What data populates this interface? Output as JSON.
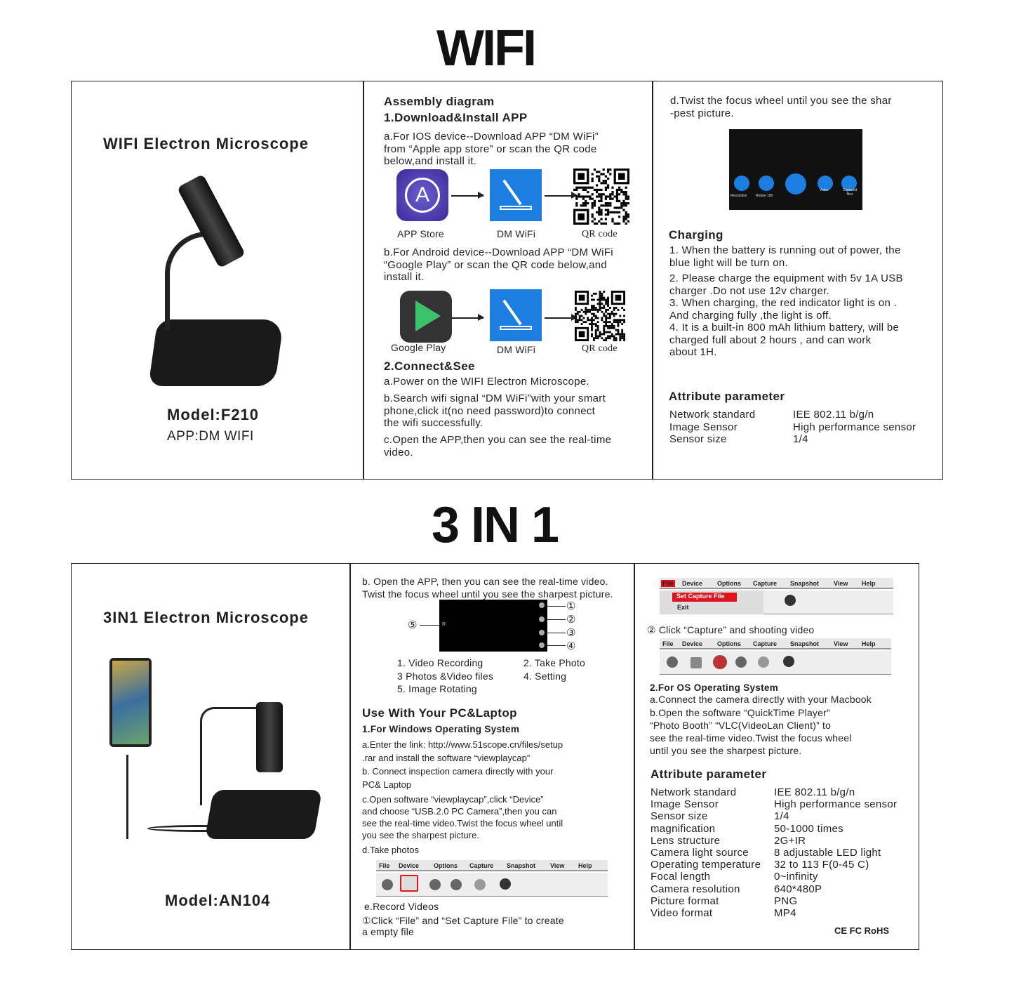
{
  "wifi": {
    "title": "WIFI",
    "product_title": "WIFI Electron Microscope",
    "model": "Model:F210",
    "app": "APP:DM WIFI",
    "assembly_heading": "Assembly diagram",
    "download_heading": "1.Download&Install APP",
    "ios_text": "a.For IOS device--Download APP “DM WiFi”\n   from “Apple app store” or scan the QR code\n   below,and install it.",
    "app_store": "APP Store",
    "dm_wifi": "DM WiFi",
    "qr_code": "QR code",
    "android_text": "b.For Android device--Download APP “DM WiFi\n   “Google Play” or scan the QR code below,and\n   install it.",
    "google_play": "Google Play",
    "connect_heading": "2.Connect&See",
    "connect_a": "a.Power on the WIFI Electron Microscope.",
    "connect_b": "b.Search wifi signal “DM WiFi”with your smart\n    phone,click it(no need password)to connect\n    the wifi successfully.",
    "connect_c": "c.Open the APP,then you can see the real-time\nvideo.",
    "focus_text": "d.Twist the focus wheel until you see the shar\n  -pest picture.",
    "app_buttons": [
      "Resolution",
      "Rotate 180",
      "Video",
      "Captured files"
    ],
    "charging_heading": "Charging",
    "charging_items": [
      "1. When the battery is running out of power, the\n    blue light will be turn on.",
      "2. Please charge the equipment with 5v 1A USB\n    charger .Do not use 12v charger.",
      "3. When charging, the red indicator light is on .\n    And charging fully ,the light is off.",
      "4. It is a built-in 800 mAh lithium battery, will be\n    charged full about 2 hours , and can work\n    about 1H."
    ],
    "attr_heading": "Attribute parameter",
    "attrs": [
      [
        "Network standard",
        "IEE 802.11 b/g/n"
      ],
      [
        "Image Sensor",
        "High performance sensor"
      ],
      [
        "Sensor size",
        "1/4"
      ]
    ]
  },
  "three": {
    "title": "3 IN 1",
    "product_title": "3IN1 Electron Microscope",
    "model": "Model:AN104",
    "app_intro": "b. Open the APP, then you can see the real-time video.\nTwist the focus wheel until you see the sharpest picture.",
    "callouts": [
      "①",
      "②",
      "③",
      "④",
      "⑤"
    ],
    "legend_left": "1. Video Recording\n3 Photos &Video files\n5. Image Rotating",
    "legend_right": "2. Take Photo\n4. Setting",
    "pc_heading": "Use With Your PC&Laptop",
    "win_heading": "1.For Windows Operating System",
    "win_a": "a.Enter the link: http://www.51scope.cn/files/setup\n   .rar and install the software “viewplaycap”",
    "win_b": "b. Connect inspection camera directly with your\n    PC& Laptop",
    "win_c": "c.Open software “viewplaycap”,click “Device”\n   and choose “USB.2.0 PC Camera”,then you can\n   see the real-time video.Twist the focus wheel until\n   you see the sharpest picture.",
    "win_d": "d.Take photos",
    "win_e": "e.Record Videos",
    "win_e1": "①Click “File” and “Set Capture File” to create\n    a empty file",
    "menu": [
      "File",
      "Device",
      "Options",
      "Capture",
      "Snapshot",
      "View",
      "Help"
    ],
    "file_menu": [
      "Set Capture File",
      "Exit"
    ],
    "capture_step": "② Click “Capture” and shooting video",
    "os_heading": "2.For OS Operating System",
    "os_a": "a.Connect  the camera directly with your Macbook",
    "os_b": "b.Open the software “QuickTime Player”\n   “Photo Booth” “VLC(VideoLan Client)” to\n   see the real-time video.Twist the focus wheel\n   until you see the sharpest picture.",
    "attr_heading": "Attribute parameter",
    "attrs": [
      [
        "Network standard",
        "IEE 802.11 b/g/n"
      ],
      [
        "Image Sensor",
        "High performance sensor"
      ],
      [
        "Sensor size",
        "1/4"
      ],
      [
        "magnification",
        " 50-1000 times"
      ],
      [
        "Lens structure",
        " 2G+IR"
      ],
      [
        "Camera light source",
        " 8 adjustable LED light"
      ],
      [
        "Operating temperature",
        " 32 to 113 F(0-45  C)"
      ],
      [
        "Focal length",
        "  0~infinity"
      ],
      [
        "Camera resolution",
        " 640*480P"
      ],
      [
        "Picture format",
        "  PNG"
      ],
      [
        "Video format",
        "  MP4"
      ]
    ],
    "certs": "CE FC RoHS"
  },
  "colors": {
    "app_blue": "#1c7ee0",
    "menu_red": "#e0141e",
    "text": "#231f20"
  }
}
